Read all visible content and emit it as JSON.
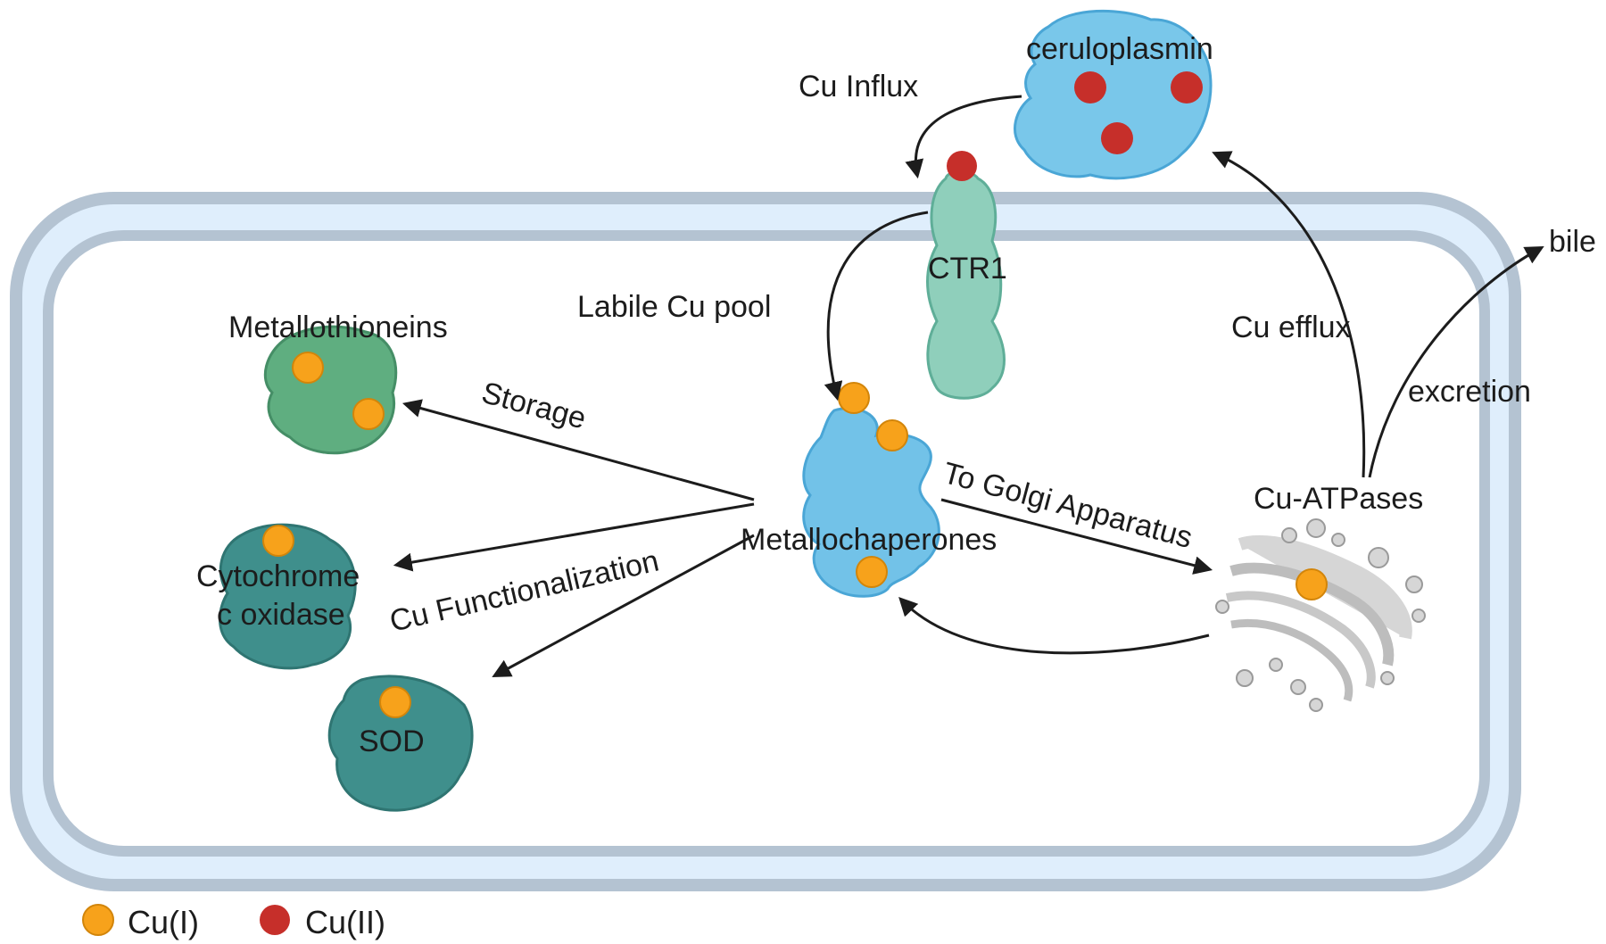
{
  "labels": {
    "ceruloplasmin": "ceruloplasmin",
    "cu_influx": "Cu Influx",
    "ctr1": "CTR1",
    "labile_pool": "Labile Cu pool",
    "metallothioneins": "Metallothioneins",
    "storage": "Storage",
    "metallochaperones": "Metallochaperones",
    "to_golgi": "To Golgi Apparatus",
    "cu_atpases": "Cu-ATPases",
    "cu_efflux": "Cu efflux",
    "excretion": "excretion",
    "bile": "bile",
    "cytochrome_line1": "Cytochrome",
    "cytochrome_line2": "c oxidase",
    "cu_functionalization": "Cu Functionalization",
    "sod": "SOD"
  },
  "legend": [
    {
      "label": "Cu(I)",
      "color": "#f7a21b"
    },
    {
      "label": "Cu(II)",
      "color": "#c62f2a"
    }
  ],
  "colors": {
    "cu_i": "#f7a21b",
    "cu_ii": "#c62f2a",
    "membrane_outer": "#b4c3d2",
    "membrane_fill": "#dfeefc",
    "ceruloplasmin": "#79c7ea",
    "metallochaperones": "#72c2e8",
    "ctr1": "#8fcfbb",
    "metallothioneins": "#5fae80",
    "cytochrome": "#3f8f8c",
    "sod": "#3f8f8c",
    "golgi": "#d6d6d6"
  }
}
